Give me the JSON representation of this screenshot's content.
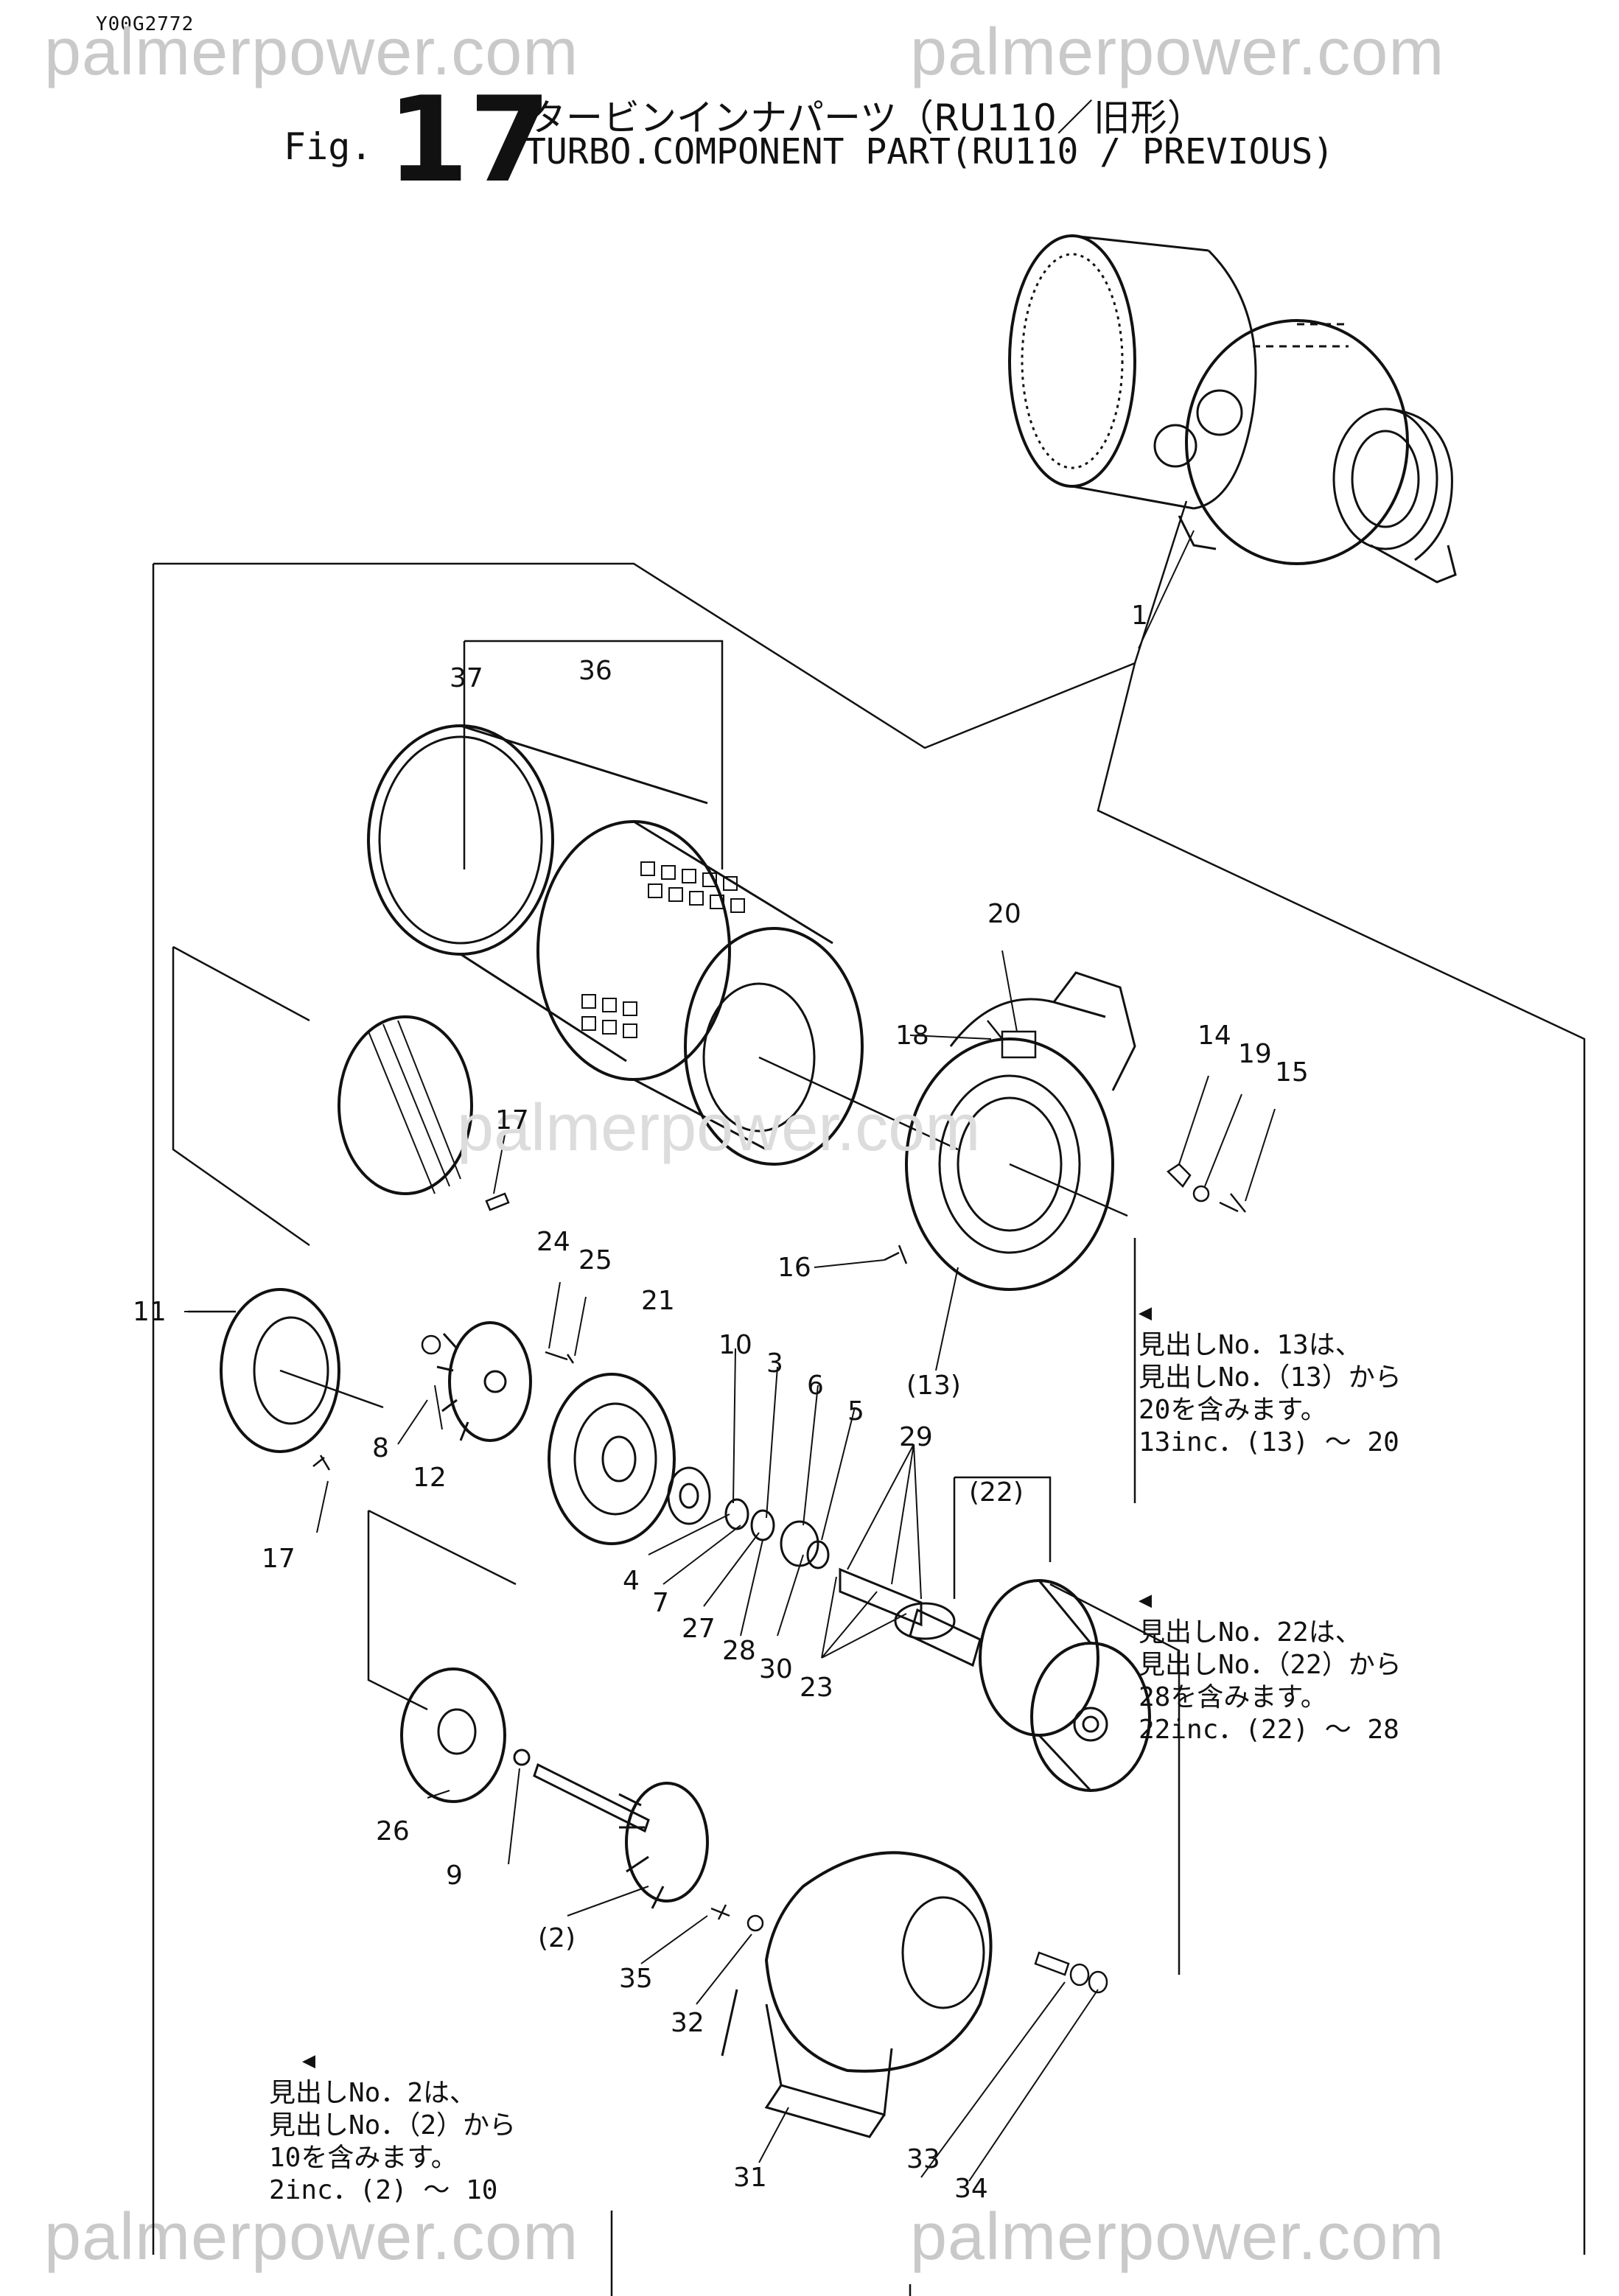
{
  "doc_id": "Y00G2772",
  "watermarks": {
    "top_left": "palmerpower.com",
    "top_right": "palmerpower.com",
    "center": "palmerpower.com",
    "bottom_left": "palmerpower.com",
    "bottom_right": "palmerpower.com"
  },
  "figure": {
    "prefix": "Fig.",
    "number": "17",
    "title_jp": "タービンインナパーツ（RU110／旧形）",
    "title_en": "TURBO.COMPONENT PART(RU110 / PREVIOUS)"
  },
  "part_labels": {
    "p1": "1",
    "p36": "36",
    "p37": "37",
    "p20": "20",
    "p18": "18",
    "p14": "14",
    "p19": "19",
    "p15": "15",
    "p17a": "17",
    "p16": "16",
    "p24": "24",
    "p25": "25",
    "p21": "21",
    "p11": "11",
    "p13": "(13)",
    "p10": "10",
    "p3": "3",
    "p6": "6",
    "p5": "5",
    "p29": "29",
    "p8": "8",
    "p12": "12",
    "p17b": "17",
    "p22": "(22)",
    "p4": "4",
    "p7": "7",
    "p27": "27",
    "p28": "28",
    "p30": "30",
    "p23": "23",
    "p26": "26",
    "p9": "9",
    "p2": "(2)",
    "p35": "35",
    "p32": "32",
    "p31": "31",
    "p33": "33",
    "p34": "34"
  },
  "notes": {
    "note13": {
      "arrow": "◀",
      "line1": "見出しNo．13は、",
      "line2": "見出しNo．（13）から",
      "line3": "20を含みます。",
      "line4": "13inc．(13) ～ 20"
    },
    "note22": {
      "arrow": "◀",
      "line1": "見出しNo．22は、",
      "line2": "見出しNo．（22）から",
      "line3": "28を含みます。",
      "line4": "22inc．(22) ～ 28"
    },
    "note2": {
      "arrow": "◀",
      "line1": "見出しNo．2は、",
      "line2": "見出しNo．（2）から",
      "line3": "10を含みます。",
      "line4": "2inc．(2) ～ 10"
    }
  }
}
